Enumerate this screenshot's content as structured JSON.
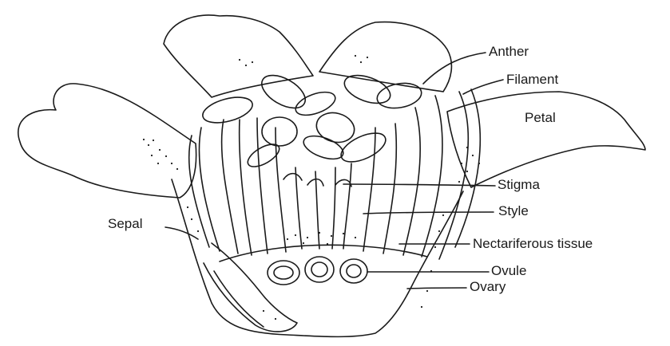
{
  "diagram": {
    "labels": {
      "anther": "Anther",
      "filament": "Filament",
      "petal": "Petal",
      "stigma": "Stigma",
      "style": "Style",
      "sepal": "Sepal",
      "nectariferous_tissue": "Nectariferous tissue",
      "ovule": "Ovule",
      "ovary": "Ovary"
    },
    "colors": {
      "line": "#1a1a1a",
      "background": "#ffffff"
    }
  }
}
